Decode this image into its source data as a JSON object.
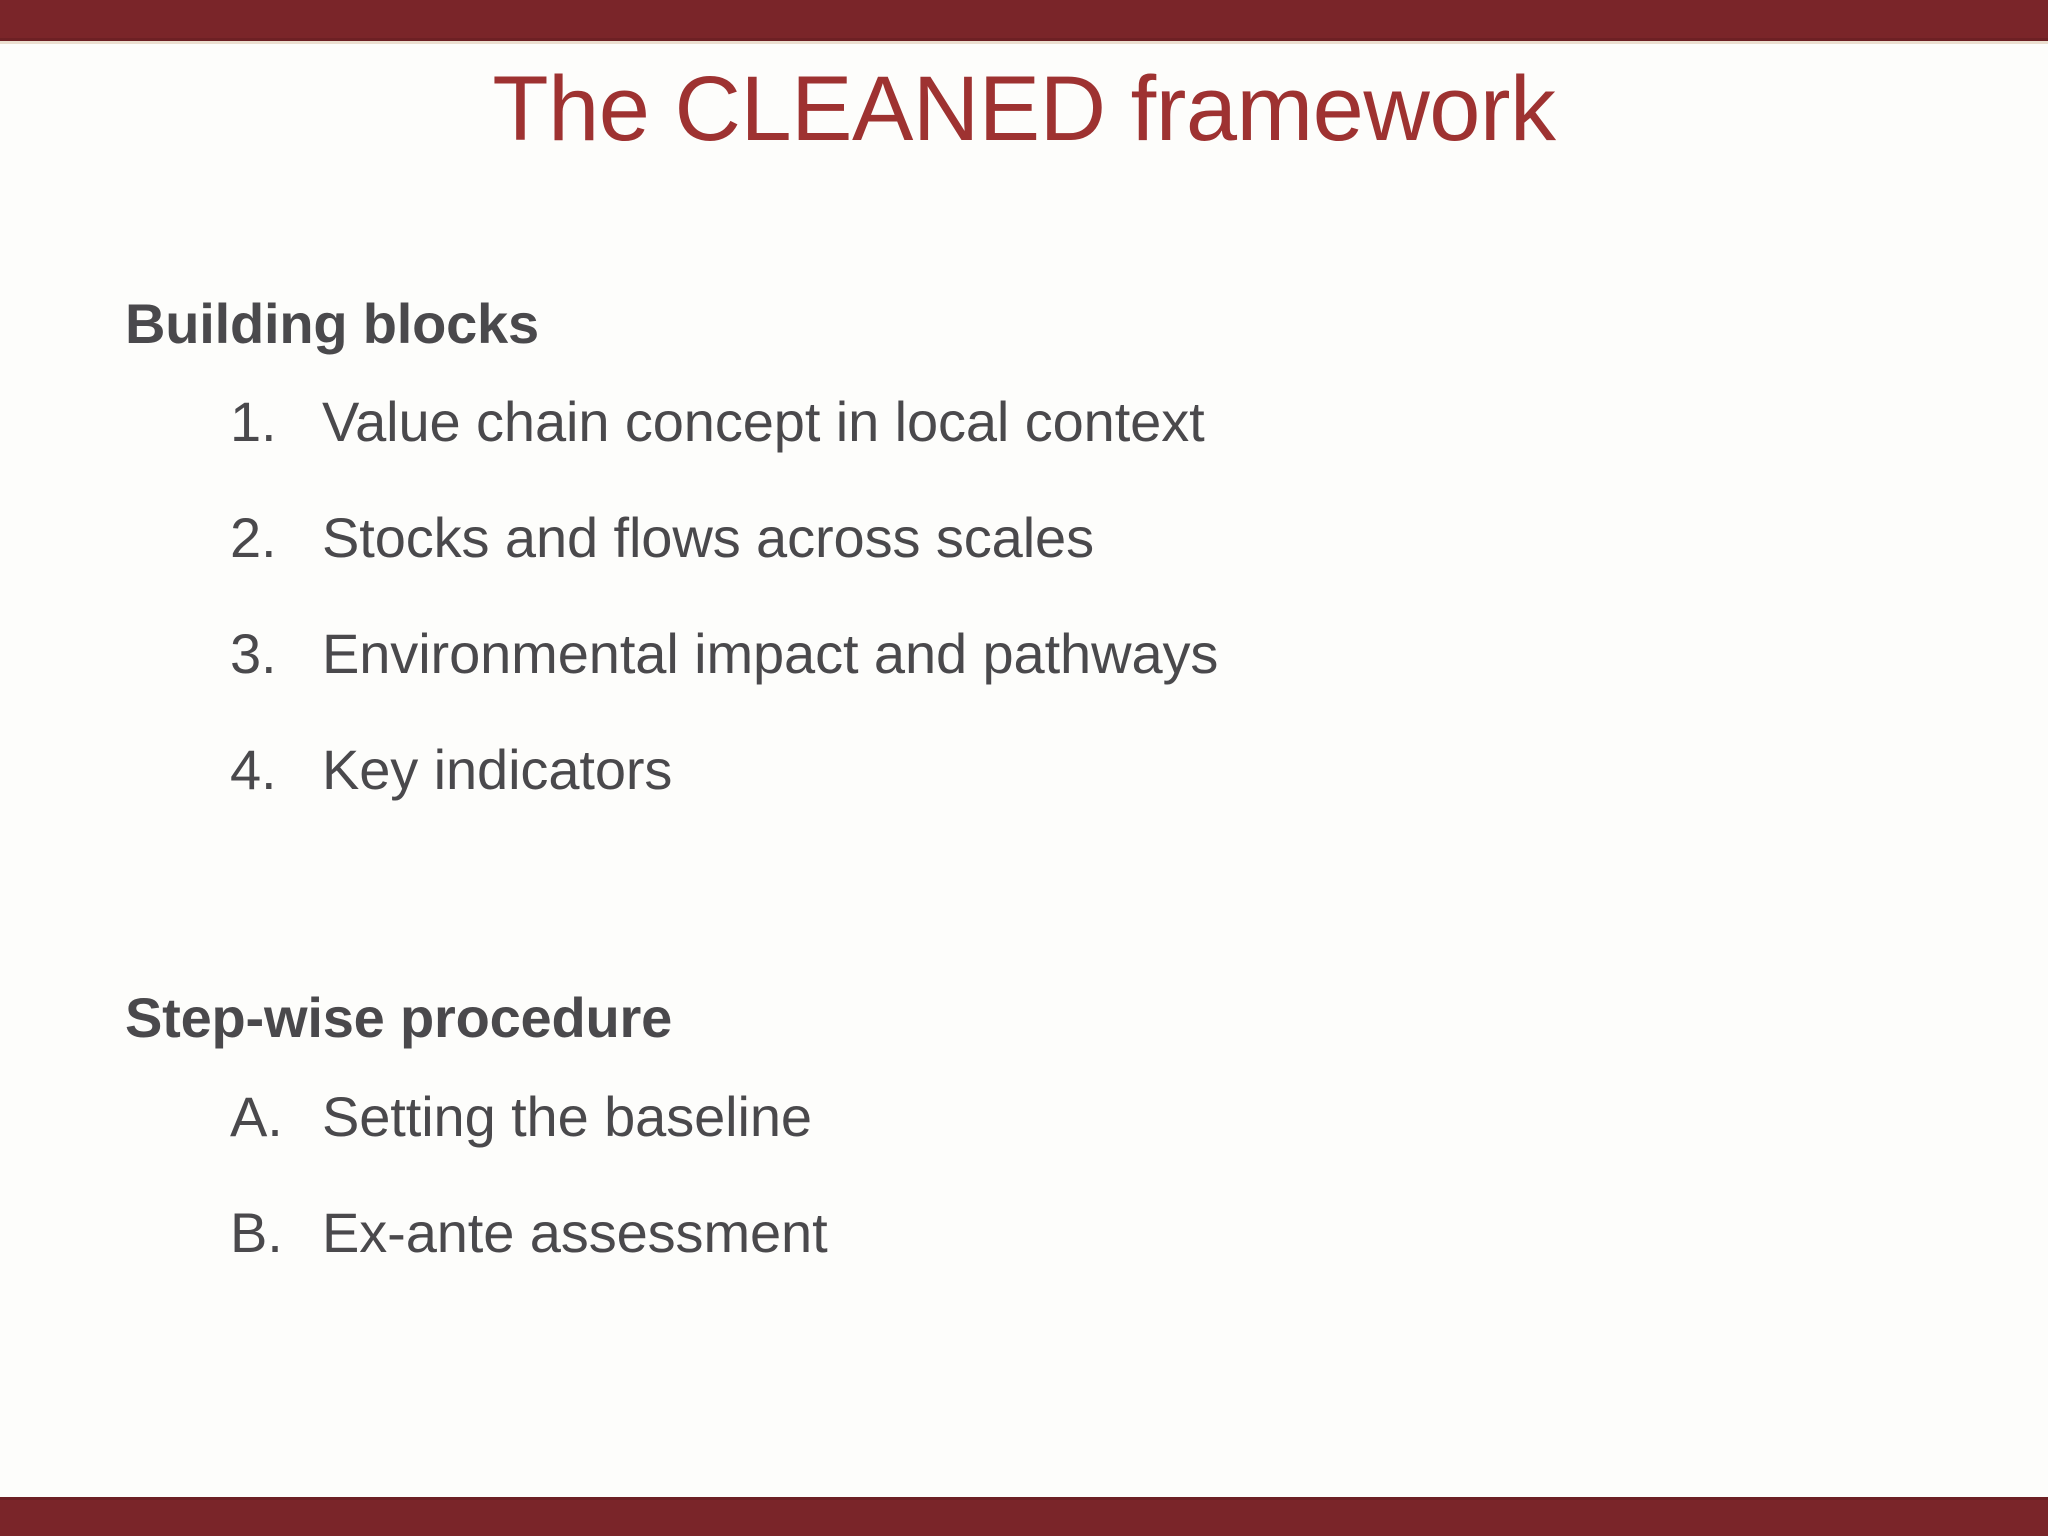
{
  "slide": {
    "title": "The CLEANED framework",
    "colors": {
      "bar": "#7a2529",
      "title_text": "#9e3231",
      "body_text": "#4a494c",
      "background": "#fdfdfb"
    }
  },
  "sections": [
    {
      "heading": "Building blocks",
      "items": [
        {
          "marker": "1.",
          "text": "Value chain concept in local context"
        },
        {
          "marker": "2.",
          "text": "Stocks and flows across scales"
        },
        {
          "marker": "3.",
          "text": "Environmental impact and pathways"
        },
        {
          "marker": "4.",
          "text": "Key indicators"
        }
      ]
    },
    {
      "heading": "Step-wise procedure",
      "items": [
        {
          "marker": "A.",
          "text": "Setting the baseline"
        },
        {
          "marker": "B.",
          "text": "Ex-ante assessment"
        }
      ]
    }
  ]
}
